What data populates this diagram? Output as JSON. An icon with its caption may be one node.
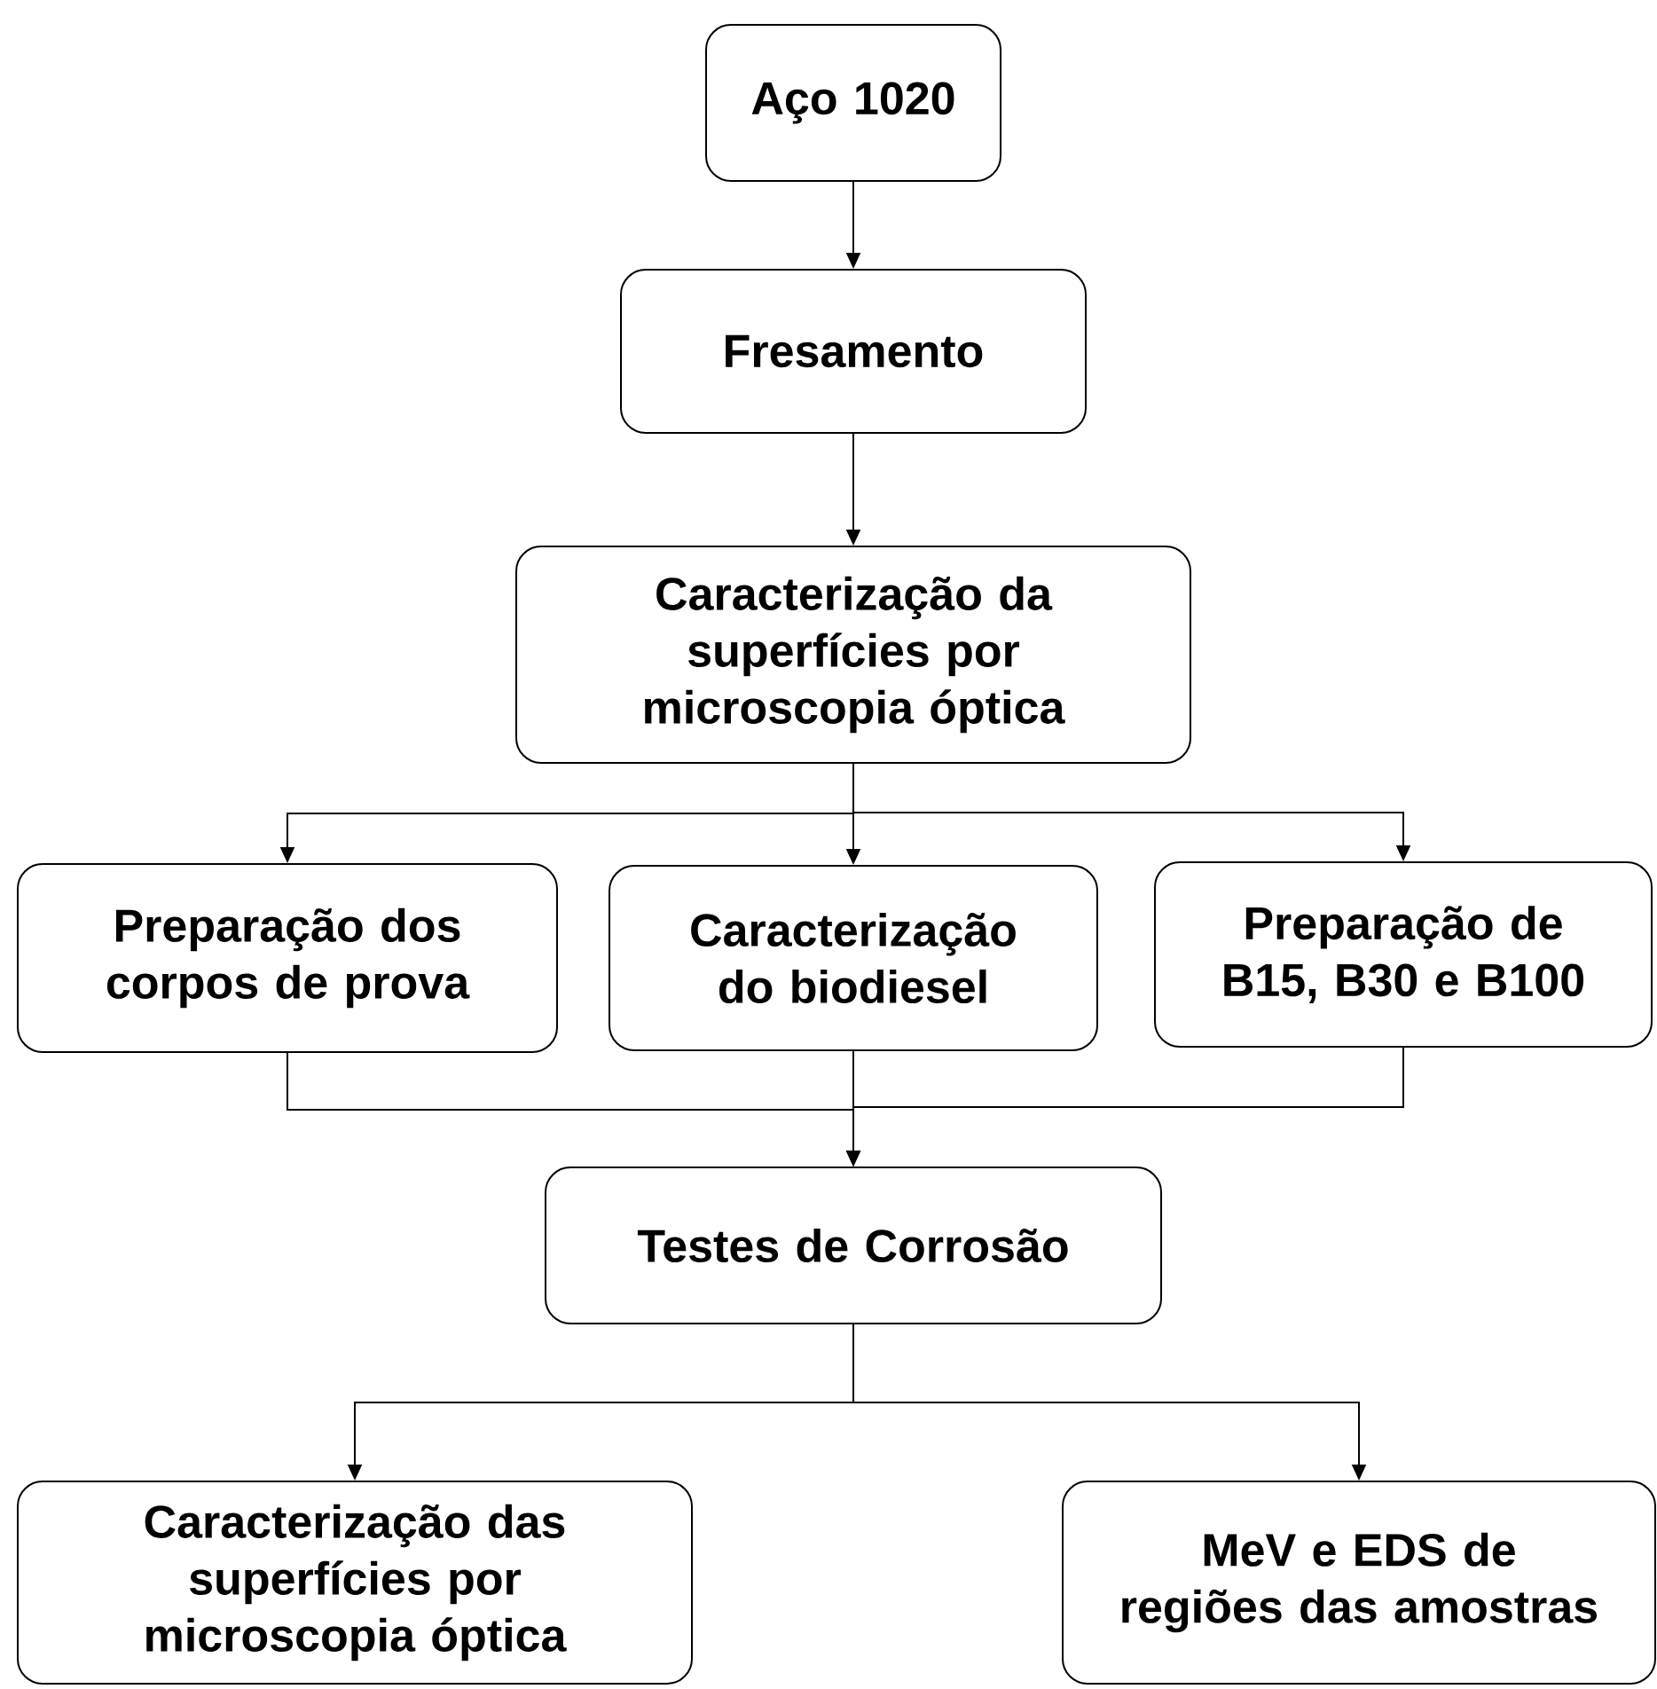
{
  "diagram": {
    "nodes": [
      {
        "text": [
          "Aço 1020"
        ]
      },
      {
        "text": [
          "Fresamento"
        ]
      },
      {
        "text": [
          "Caracterização da superfícies por microscopia óptica"
        ]
      },
      {
        "text": [
          "Preparação dos corpos de prova"
        ]
      },
      {
        "text": [
          "Caracterização do biodiesel"
        ]
      },
      {
        "text": [
          "Preparação de B15, B30 e B100"
        ]
      },
      {
        "text": [
          "Testes de Corrosão"
        ]
      },
      {
        "text": [
          "Caracterização das superfícies por microscopia óptica"
        ]
      },
      {
        "text": [
          "MeV e EDS de regiões das amostras"
        ]
      }
    ],
    "edges": [
      {
        "from": 0,
        "to": 1,
        "arrow": "to"
      },
      {
        "from": 1,
        "to": 2,
        "arrow": "to"
      },
      {
        "from": 2,
        "to": 3,
        "arrow": "to"
      },
      {
        "from": 2,
        "to": 4,
        "arrow": "to"
      },
      {
        "from": 2,
        "to": 5,
        "arrow": "to"
      },
      {
        "from": 3,
        "to": 6,
        "arrow": "to"
      },
      {
        "from": 4,
        "to": 6,
        "arrow": "to"
      },
      {
        "from": 5,
        "to": 6,
        "arrow": "to"
      },
      {
        "from": 6,
        "to": 7,
        "arrow": "to"
      },
      {
        "from": 6,
        "to": 8,
        "arrow": "to"
      }
    ]
  }
}
